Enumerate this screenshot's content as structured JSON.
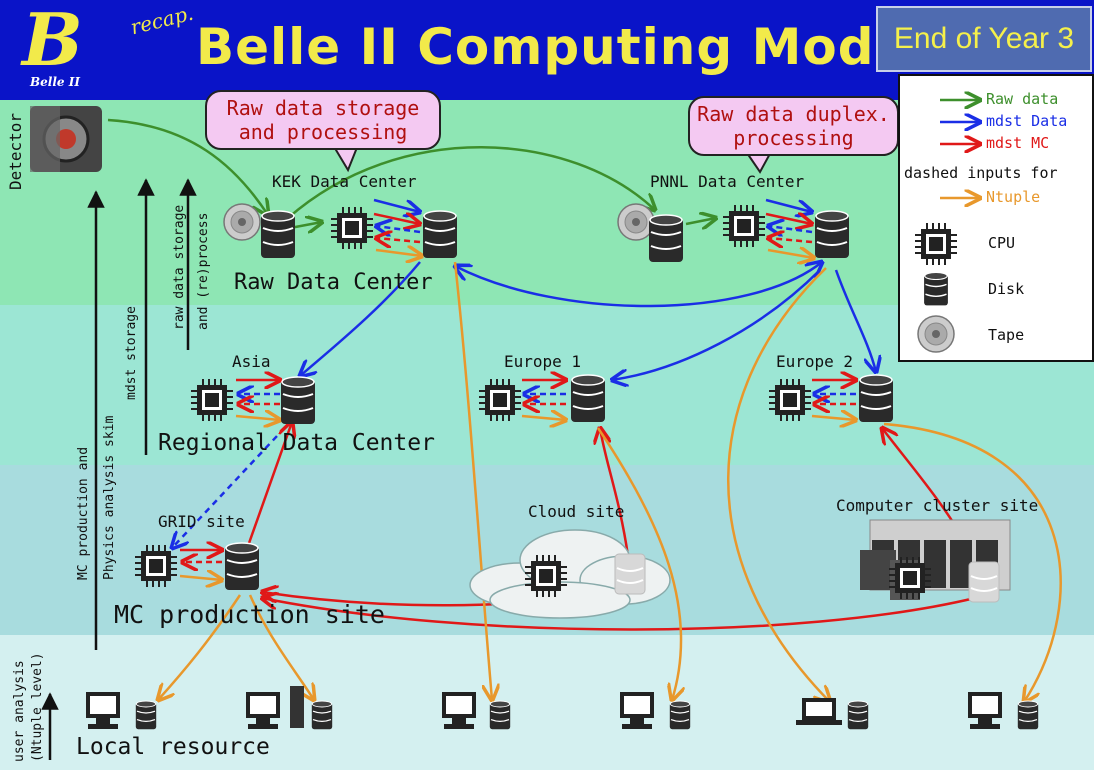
{
  "header": {
    "logo_letter": "B",
    "logo_caption": "Belle II",
    "recap": "recap.",
    "title": "Belle II Computing Model",
    "badge": "End of Year 3"
  },
  "bubbles": {
    "kek": "Raw data storage\nand processing",
    "pnnl": "Raw data duplex.\nprocessing"
  },
  "labels": {
    "detector": "Detector",
    "kek_center": "KEK Data Center",
    "pnnl_center": "PNNL Data Center",
    "raw_data_center": "Raw Data Center",
    "asia": "Asia",
    "europe1": "Europe 1",
    "europe2": "Europe 2",
    "regional_data_center": "Regional Data Center",
    "grid_site": "GRID site",
    "cloud_site": "Cloud site",
    "cluster_site": "Computer cluster site",
    "mc_production_site": "MC production site",
    "local_resource": "Local resource"
  },
  "side_labels": {
    "raw_storage": [
      "raw data storage",
      "and (re)process"
    ],
    "mdst_storage": "mdst storage",
    "mc_production": [
      "MC production and",
      "Physics analysis skim"
    ],
    "user_analysis": [
      "user analysis",
      "(Ntuple level)"
    ]
  },
  "legend": {
    "raw": "Raw data",
    "mdst_data": "mdst Data",
    "mdst_mc": "mdst MC",
    "dashed": "dashed inputs for",
    "ntuple": "Ntuple",
    "cpu": "CPU",
    "disk": "Disk",
    "tape": "Tape"
  },
  "colors": {
    "header": "#0a14c8",
    "title": "#f2ea4a",
    "band_raw": "#8ee6b4",
    "band_regional": "#9ce6d4",
    "band_mc": "#a8dcde",
    "band_local": "#d4f0f0",
    "raw": "#3d8f2c",
    "mdst_data": "#1a2ee6",
    "mdst_mc": "#e01818",
    "ntuple": "#e8982c"
  }
}
